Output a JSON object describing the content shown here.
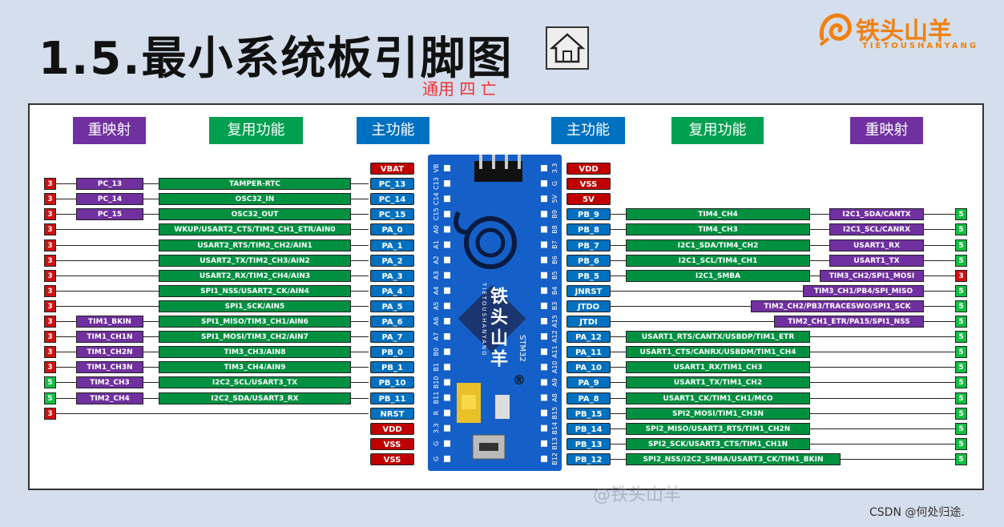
{
  "title": "1.5.最小系统板引脚图",
  "annotation": "通用 四 亡",
  "logo": {
    "main": "铁头山羊",
    "sub": "TIETOUSHANYANG"
  },
  "watermark": "@铁头山羊",
  "csdn": "CSDN @何处归途.",
  "headers": {
    "remap": "重映射",
    "alt": "复用功能",
    "main": "主功能"
  },
  "board": {
    "brand": "铁头山羊",
    "brand_sub": "TIETOUSHANYANG",
    "chip": "STM32",
    "reg": "®"
  },
  "left_rows": [
    {
      "pin": "VBAT",
      "color": "red",
      "alt": "",
      "remap": "",
      "tol": ""
    },
    {
      "pin": "PC_13",
      "color": "blue",
      "alt": "TAMPER-RTC",
      "remap": "PC_13",
      "tol": "3"
    },
    {
      "pin": "PC_14",
      "color": "blue",
      "alt": "OSC32_IN",
      "remap": "PC_14",
      "tol": "3"
    },
    {
      "pin": "PC_15",
      "color": "blue",
      "alt": "OSC32_OUT",
      "remap": "PC_15",
      "tol": "3"
    },
    {
      "pin": "PA_0",
      "color": "blue",
      "alt": "WKUP/USART2_CTS/TIM2_CH1_ETR/AIN0",
      "remap": "",
      "tol": "3"
    },
    {
      "pin": "PA_1",
      "color": "blue",
      "alt": "USART2_RTS/TIM2_CH2/AIN1",
      "remap": "",
      "tol": "3"
    },
    {
      "pin": "PA_2",
      "color": "blue",
      "alt": "USART2_TX/TIM2_CH3/AIN2",
      "remap": "",
      "tol": "3"
    },
    {
      "pin": "PA_3",
      "color": "blue",
      "alt": "USART2_RX/TIM2_CH4/AIN3",
      "remap": "",
      "tol": "3"
    },
    {
      "pin": "PA_4",
      "color": "blue",
      "alt": "SPI1_NSS/USART2_CK/AIN4",
      "remap": "",
      "tol": "3"
    },
    {
      "pin": "PA_5",
      "color": "blue",
      "alt": "SPI1_SCK/AIN5",
      "remap": "",
      "tol": "3"
    },
    {
      "pin": "PA_6",
      "color": "blue",
      "alt": "SPI1_MISO/TIM3_CH1/AIN6",
      "remap": "TIM1_BKIN",
      "tol": "3"
    },
    {
      "pin": "PA_7",
      "color": "blue",
      "alt": "SPI1_MOSI/TIM3_CH2/AIN7",
      "remap": "TIM1_CH1N",
      "tol": "3"
    },
    {
      "pin": "PB_0",
      "color": "blue",
      "alt": "TIM3_CH3/AIN8",
      "remap": "TIM1_CH2N",
      "tol": "3"
    },
    {
      "pin": "PB_1",
      "color": "blue",
      "alt": "TIM3_CH4/AIN9",
      "remap": "TIM1_CH3N",
      "tol": "3"
    },
    {
      "pin": "PB_10",
      "color": "blue",
      "alt": "I2C2_SCL/USART3_TX",
      "remap": "TIM2_CH3",
      "tol": "5"
    },
    {
      "pin": "PB_11",
      "color": "blue",
      "alt": "I2C2_SDA/USART3_RX",
      "remap": "TIM2_CH4",
      "tol": "5"
    },
    {
      "pin": "NRST",
      "color": "blue",
      "alt": "",
      "remap": "",
      "tol": "3"
    },
    {
      "pin": "VDD",
      "color": "red",
      "alt": "",
      "remap": "",
      "tol": ""
    },
    {
      "pin": "VSS",
      "color": "red",
      "alt": "",
      "remap": "",
      "tol": ""
    },
    {
      "pin": "VSS",
      "color": "red",
      "alt": "",
      "remap": "",
      "tol": ""
    }
  ],
  "right_rows": [
    {
      "pin": "VDD",
      "color": "red",
      "alt": "",
      "remap": "",
      "tol": ""
    },
    {
      "pin": "VSS",
      "color": "red",
      "alt": "",
      "remap": "",
      "tol": ""
    },
    {
      "pin": "5V",
      "color": "red",
      "alt": "",
      "remap": "",
      "tol": ""
    },
    {
      "pin": "PB_9",
      "color": "blue",
      "alt": "TIM4_CH4",
      "remap": "I2C1_SDA/CANTX",
      "tol": "5"
    },
    {
      "pin": "PB_8",
      "color": "blue",
      "alt": "TIM4_CH3",
      "remap": "I2C1_SCL/CANRX",
      "tol": "5"
    },
    {
      "pin": "PB_7",
      "color": "blue",
      "alt": "I2C1_SDA/TIM4_CH2",
      "remap": "USART1_RX",
      "tol": "5"
    },
    {
      "pin": "PB_6",
      "color": "blue",
      "alt": "I2C1_SCL/TIM4_CH1",
      "remap": "USART1_TX",
      "tol": "5"
    },
    {
      "pin": "PB_5",
      "color": "blue",
      "alt": "I2C1_SMBA",
      "remap": "TIM3_CH2/SPI1_MOSI",
      "tol": "3"
    },
    {
      "pin": "JNRST",
      "color": "blue",
      "alt": "",
      "remap": "TIM3_CH1/PB4/SPI_MISO",
      "tol": "5"
    },
    {
      "pin": "JTDO",
      "color": "blue",
      "alt": "",
      "remap": "TIM2_CH2/PB3/TRACESWO/SPI1_SCK",
      "tol": "5"
    },
    {
      "pin": "JTDI",
      "color": "blue",
      "alt": "",
      "remap": "TIM2_CH1_ETR/PA15/SPI1_NSS",
      "tol": "5"
    },
    {
      "pin": "PA_12",
      "color": "blue",
      "alt": "USART1_RTS/CANTX/USBDP/TIM1_ETR",
      "remap": "",
      "tol": "5"
    },
    {
      "pin": "PA_11",
      "color": "blue",
      "alt": "USART1_CTS/CANRX/USBDM/TIM1_CH4",
      "remap": "",
      "tol": "5"
    },
    {
      "pin": "PA_10",
      "color": "blue",
      "alt": "USART1_RX/TIM1_CH3",
      "remap": "",
      "tol": "5"
    },
    {
      "pin": "PA_9",
      "color": "blue",
      "alt": "USART1_TX/TIM1_CH2",
      "remap": "",
      "tol": "5"
    },
    {
      "pin": "PA_8",
      "color": "blue",
      "alt": "USART1_CK/TIM1_CH1/MCO",
      "remap": "",
      "tol": "5"
    },
    {
      "pin": "PB_15",
      "color": "blue",
      "alt": "SPI2_MOSI/TIM1_CH3N",
      "remap": "",
      "tol": "5"
    },
    {
      "pin": "PB_14",
      "color": "blue",
      "alt": "SPI2_MISO/USART3_RTS/TIM1_CH2N",
      "remap": "",
      "tol": "5"
    },
    {
      "pin": "PB_13",
      "color": "blue",
      "alt": "SPI2_SCK/USART3_CTS/TIM1_CH1N",
      "remap": "",
      "tol": "5"
    },
    {
      "pin": "PB_12",
      "color": "blue",
      "alt": "SPI2_NSS/I2C2_SMBA/USART3_CK/TIM1_BKIN",
      "remap": "",
      "tol": "5"
    }
  ],
  "silk_left": [
    "VB",
    "C13",
    "C14",
    "C15",
    "A0",
    "A1",
    "A2",
    "A3",
    "A4",
    "A5",
    "A6",
    "A7",
    "B0",
    "B1",
    "B10",
    "B11",
    "R",
    "3.3",
    "G",
    "G"
  ],
  "silk_right": [
    "3.3",
    "G",
    "5V",
    "B9",
    "B8",
    "B7",
    "B6",
    "B5",
    "B4",
    "B3",
    "A15",
    "A12",
    "A11",
    "A10",
    "A9",
    "A8",
    "B15",
    "B14",
    "B13",
    "B12"
  ]
}
